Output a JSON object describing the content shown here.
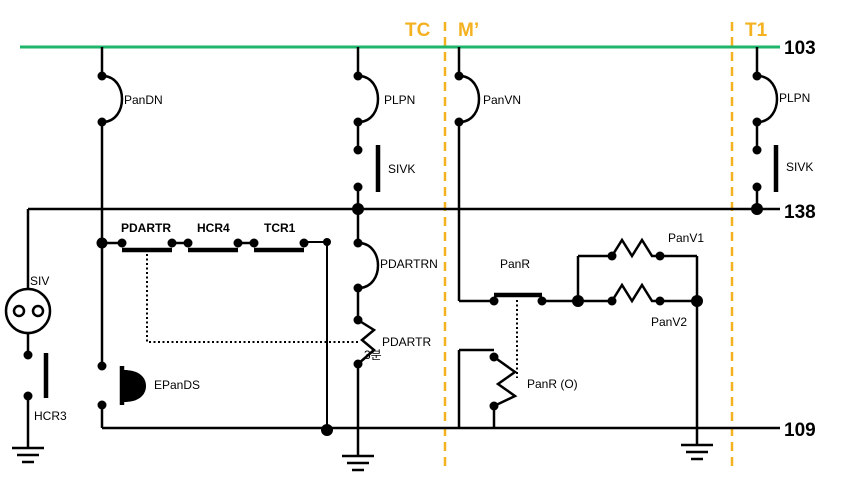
{
  "colors": {
    "bus_103": "#1fb56b",
    "section_divider": "#f4b120",
    "wire": "#000000"
  },
  "sections": {
    "tc": "TC",
    "m_prime": "M’",
    "t1": "T1"
  },
  "buses": {
    "b103": "103",
    "b138": "138",
    "b109": "109"
  },
  "labels": {
    "siv": "SIV",
    "hcr3": "HCR3",
    "pandn": "PanDN",
    "pdartr": "PDARTR",
    "hcr4": "HCR4",
    "tcr1": "TCR1",
    "epands": "EPanDS",
    "plpn": "PLPN",
    "sivk": "SIVK",
    "pdartrn": "PDARTRN",
    "pdartr_res": "PDARTR",
    "pdartr_res_sub": "3분",
    "panvn": "PanVN",
    "panr": "PanR",
    "panr_o": "PanR (O)",
    "panv1": "PanV1",
    "panv2": "PanV2",
    "t1_plpn": "PLPN",
    "t1_sivk": "SIVK"
  }
}
